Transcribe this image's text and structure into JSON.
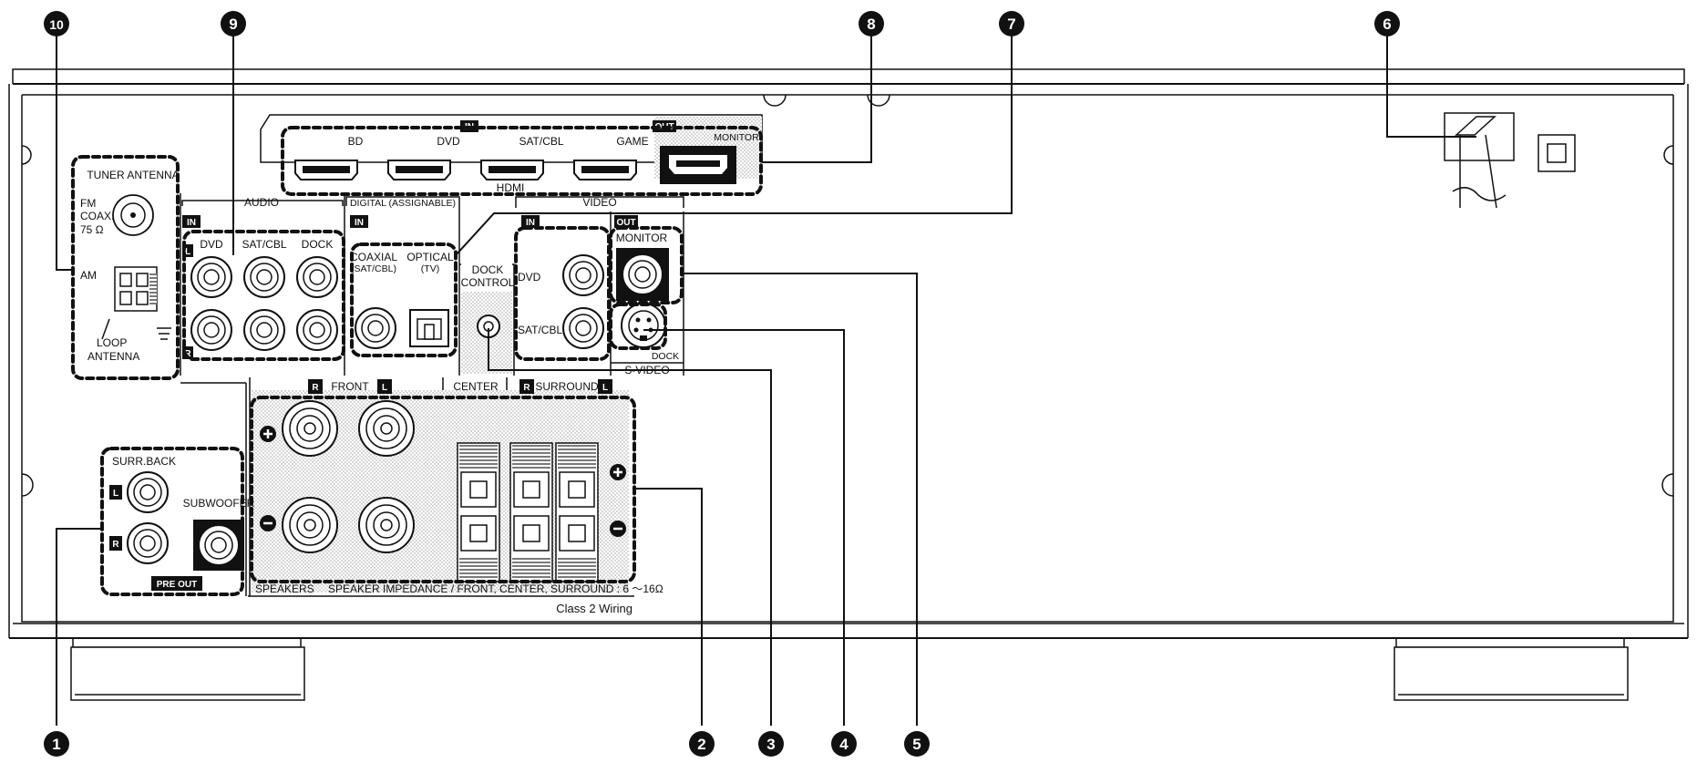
{
  "callouts": [
    "1",
    "2",
    "3",
    "4",
    "5",
    "6",
    "7",
    "8",
    "9",
    "10"
  ],
  "hdmi": {
    "in_badge": "IN",
    "out_badge": "OUT",
    "bd": "BD",
    "dvd": "DVD",
    "satcbl": "SAT/CBL",
    "game": "GAME",
    "monitor": "MONITOR",
    "group": "HDMI"
  },
  "tuner": {
    "title": "TUNER ANTENNA",
    "fm1": "FM",
    "fm2": "COAX.",
    "fm3": "75 Ω",
    "am": "AM",
    "loop1": "LOOP",
    "loop2": "ANTENNA"
  },
  "audio": {
    "title": "AUDIO",
    "in_badge": "IN",
    "l_badge": "L",
    "r_badge": "R",
    "dvd": "DVD",
    "satcbl": "SAT/CBL",
    "dock": "DOCK"
  },
  "digital": {
    "title": "DIGITAL  (ASSIGNABLE)",
    "in_badge": "IN",
    "coax1": "COAXIAL",
    "coax2": "(SAT/CBL)",
    "opt1": "OPTICAL",
    "opt2": "(TV)"
  },
  "dock_control": {
    "line1": "DOCK",
    "line2": "CONTROL"
  },
  "video": {
    "title": "VIDEO",
    "in_badge": "IN",
    "out_badge": "OUT",
    "monitor": "MONITOR",
    "dvd": "DVD",
    "satcbl": "SAT/CBL",
    "dock": "DOCK",
    "svideo": "S-VIDEO"
  },
  "speakers": {
    "r_badge": "R",
    "l_badge": "L",
    "front": "FRONT",
    "center": "CENTER",
    "surround": "SURROUND",
    "speakers": "SPEAKERS",
    "impedance": "SPEAKER IMPEDANCE / FRONT, CENTER, SURROUND : 6 ～16Ω",
    "class2": "Class 2 Wiring"
  },
  "preout": {
    "surrback": "SURR.BACK",
    "subwoofer": "SUBWOOFER",
    "l_badge": "L",
    "r_badge": "R",
    "badge": "PRE OUT"
  }
}
